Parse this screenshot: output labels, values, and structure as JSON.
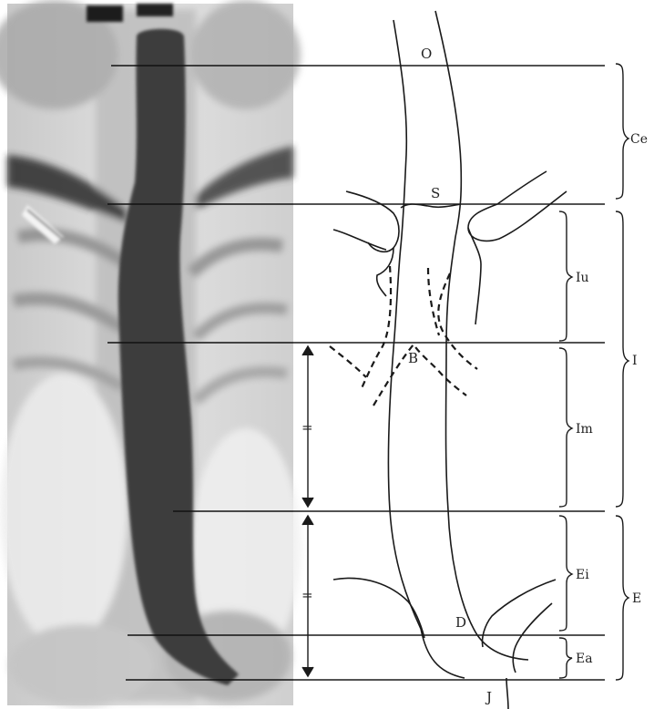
{
  "figure": {
    "labels": {
      "O": "O",
      "S": "S",
      "B": "B",
      "D": "D",
      "J": "J",
      "Ce": "Ce",
      "I": "I",
      "Iu": "Iu",
      "Im": "Im",
      "E": "E",
      "Ei": "Ei",
      "Ea": "Ea",
      "equal_mark_upper": "=",
      "equal_mark_lower": "="
    },
    "colors": {
      "line": "#1a1a1a",
      "xray_background": "#d9d9d9",
      "esophagus_contrast": "#3a3a3a"
    }
  }
}
